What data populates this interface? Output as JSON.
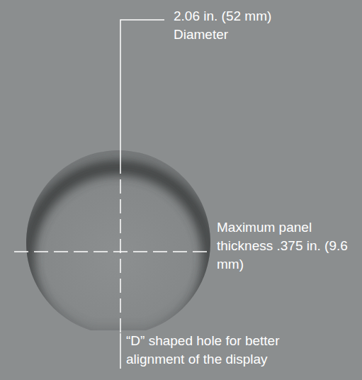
{
  "diagram": {
    "labels": [
      "2.06 in. (52 mm) Diameter",
      "Maximum panel thickness .375 in. (9.6 mm)",
      "“D” shaped hole for better alignment of the display"
    ]
  }
}
